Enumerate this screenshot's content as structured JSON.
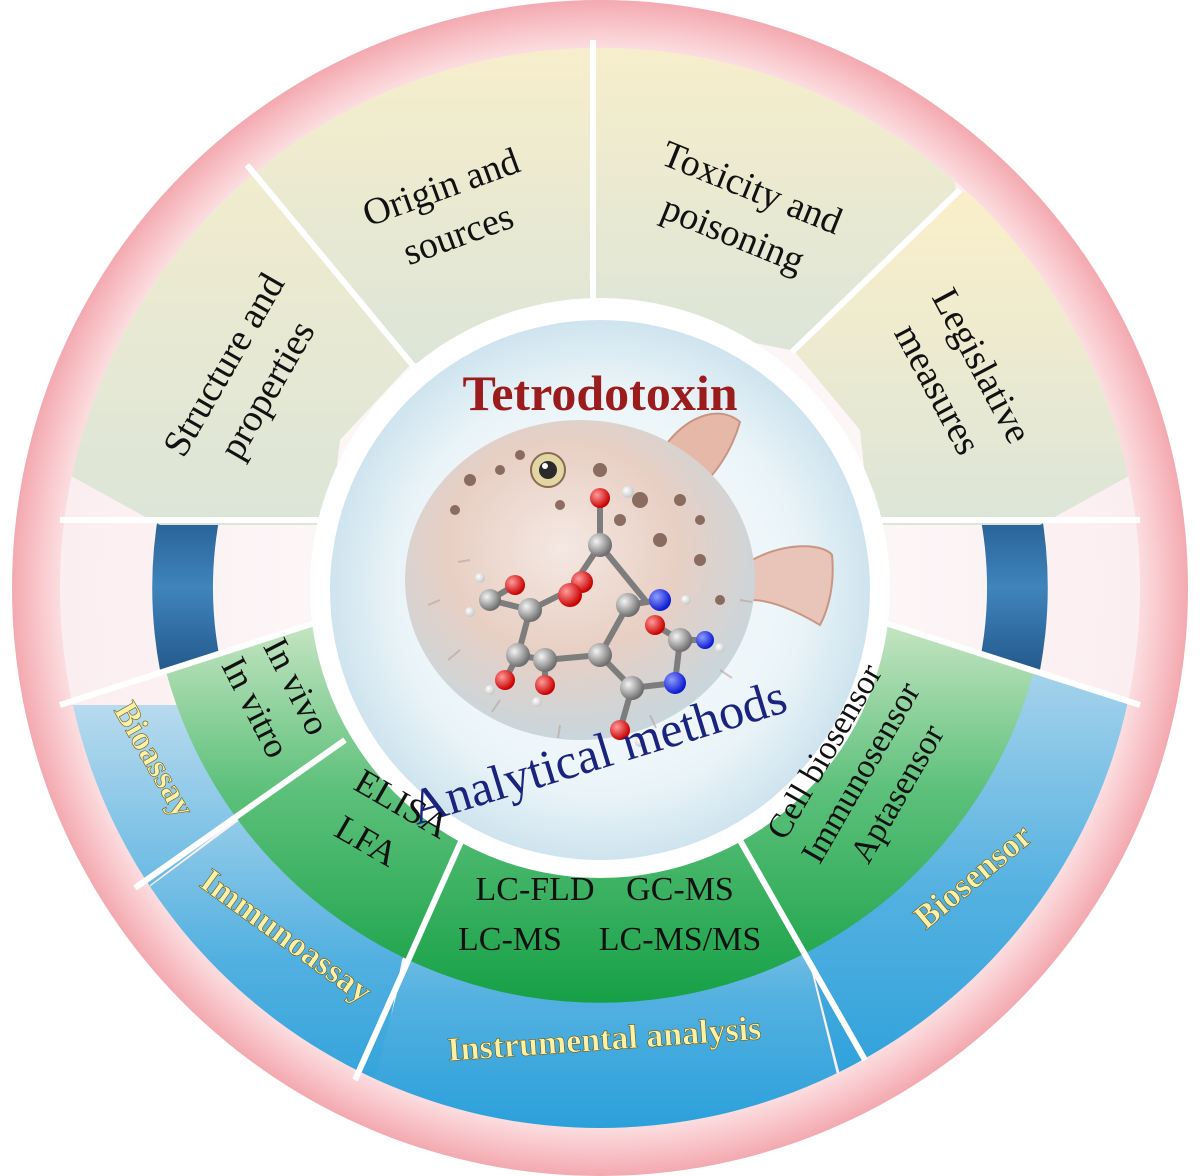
{
  "center": {
    "title": "Tetrodotoxin",
    "subtitle": "Analytical methods",
    "title_color": "#9b1c1c",
    "subtitle_color": "#1a237e",
    "illustration": "pufferfish-with-molecule"
  },
  "top_sectors": [
    {
      "lines": [
        "Structure and",
        "properties"
      ]
    },
    {
      "lines": [
        "Origin and",
        "sources"
      ]
    },
    {
      "lines": [
        "Toxicity and",
        "poisoning"
      ]
    },
    {
      "lines": [
        "Legislative",
        "measures"
      ]
    }
  ],
  "method_groups": [
    {
      "category": "Bioassay",
      "methods": [
        "In vivo",
        "In vitro"
      ]
    },
    {
      "category": "Immunoassay",
      "methods": [
        "ELISA",
        "LFA"
      ]
    },
    {
      "category": "Instrumental analysis",
      "methods": [
        "LC-FLD",
        "GC-MS",
        "LC-MS",
        "LC-MS/MS"
      ]
    },
    {
      "category": "Biosensor",
      "methods": [
        "Cell biosensor",
        "Immunosensor",
        "Aptasensor"
      ]
    }
  ],
  "colors": {
    "outer_ring": "#f6b9bf",
    "cream_sector": "#f2edcf",
    "green_band": "#2fae5a",
    "blue_sector": "#2a9bd8",
    "side_arc": "#2f6fa5",
    "gold_text": "#fdf1a8"
  }
}
